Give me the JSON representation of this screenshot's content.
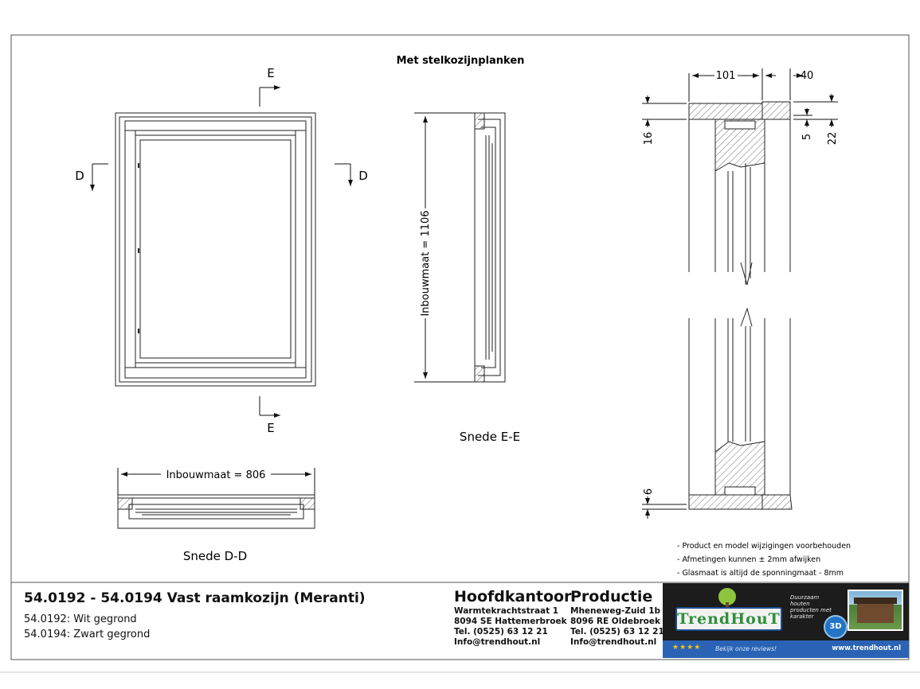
{
  "header": {
    "subtitle": "Met stelkozijnplanken"
  },
  "view_front": {
    "marker_e": "E",
    "marker_d": "D"
  },
  "section_ee": {
    "dimension_label": "Inbouwmaat = 1106",
    "caption": "Snede E-E"
  },
  "section_dd": {
    "dimension_label": "Inbouwmaat = 806",
    "caption": "Snede D-D"
  },
  "detail": {
    "dim_width_left": "101",
    "dim_width_right": "40",
    "dim_16": "16",
    "dim_5": "5",
    "dim_22": "22",
    "dim_6": "6"
  },
  "notes": [
    "- Product en model wijzigingen voorbehouden",
    "- Afmetingen kunnen ± 2mm afwijken",
    "- Glasmaat is altijd de sponningmaat - 8mm"
  ],
  "title_block": {
    "product_title": "54.0192 - 54.0194 Vast raamkozijn (Meranti)",
    "variants": [
      "54.0192: Wit gegrond",
      "54.0194: Zwart gegrond"
    ],
    "head_office": {
      "heading": "Hoofdkantoor",
      "lines": [
        "Warmtekrachtstraat 1",
        "8094 SE Hattemerbroek",
        "Tel. (0525) 63 12 21",
        "Info@trendhout.nl"
      ]
    },
    "production": {
      "heading": "Productie",
      "lines": [
        "Mheneweg-Zuid 1b",
        "8096 RE Oldebroek",
        "Tel. (0525) 63 12 21",
        "Info@trendhout.nl"
      ]
    },
    "logo": {
      "brand": "TrendHouT",
      "tagline": "Duurzaam houten producten met karakter",
      "badge": "3D",
      "stars": "★★★★",
      "review_text": "Bekijk onze reviews!",
      "website": "www.trendhout.nl",
      "colors": {
        "brand_green": "#2f8f3a",
        "brand_blue": "#2a63b5",
        "panel": "#1c1c1c"
      }
    }
  }
}
